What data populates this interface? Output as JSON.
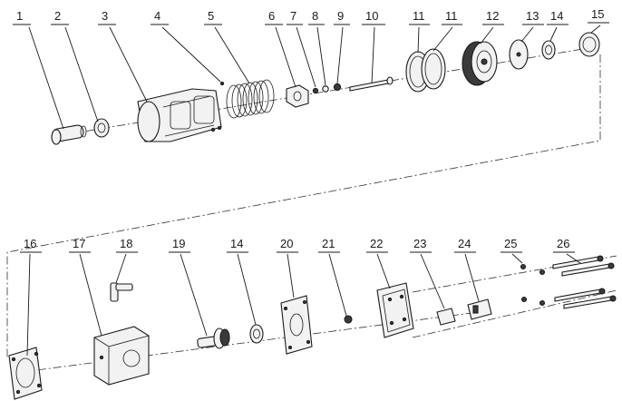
{
  "diagram": {
    "type": "exploded-view-parts-diagram",
    "callouts": [
      {
        "id": "c1",
        "label": "1"
      },
      {
        "id": "c2",
        "label": "2"
      },
      {
        "id": "c3",
        "label": "3"
      },
      {
        "id": "c4",
        "label": "4"
      },
      {
        "id": "c5",
        "label": "5"
      },
      {
        "id": "c6",
        "label": "6"
      },
      {
        "id": "c7",
        "label": "7"
      },
      {
        "id": "c8",
        "label": "8"
      },
      {
        "id": "c9",
        "label": "9"
      },
      {
        "id": "c10",
        "label": "10"
      },
      {
        "id": "c11a",
        "label": "11"
      },
      {
        "id": "c11b",
        "label": "11"
      },
      {
        "id": "c12",
        "label": "12"
      },
      {
        "id": "c13",
        "label": "13"
      },
      {
        "id": "c14a",
        "label": "14"
      },
      {
        "id": "c15",
        "label": "15"
      },
      {
        "id": "c16",
        "label": "16"
      },
      {
        "id": "c17",
        "label": "17"
      },
      {
        "id": "c18",
        "label": "18"
      },
      {
        "id": "c19",
        "label": "19"
      },
      {
        "id": "c14b",
        "label": "14"
      },
      {
        "id": "c20",
        "label": "20"
      },
      {
        "id": "c21",
        "label": "21"
      },
      {
        "id": "c22",
        "label": "22"
      },
      {
        "id": "c23",
        "label": "23"
      },
      {
        "id": "c24",
        "label": "24"
      },
      {
        "id": "c25",
        "label": "25"
      },
      {
        "id": "c26",
        "label": "26"
      }
    ]
  }
}
